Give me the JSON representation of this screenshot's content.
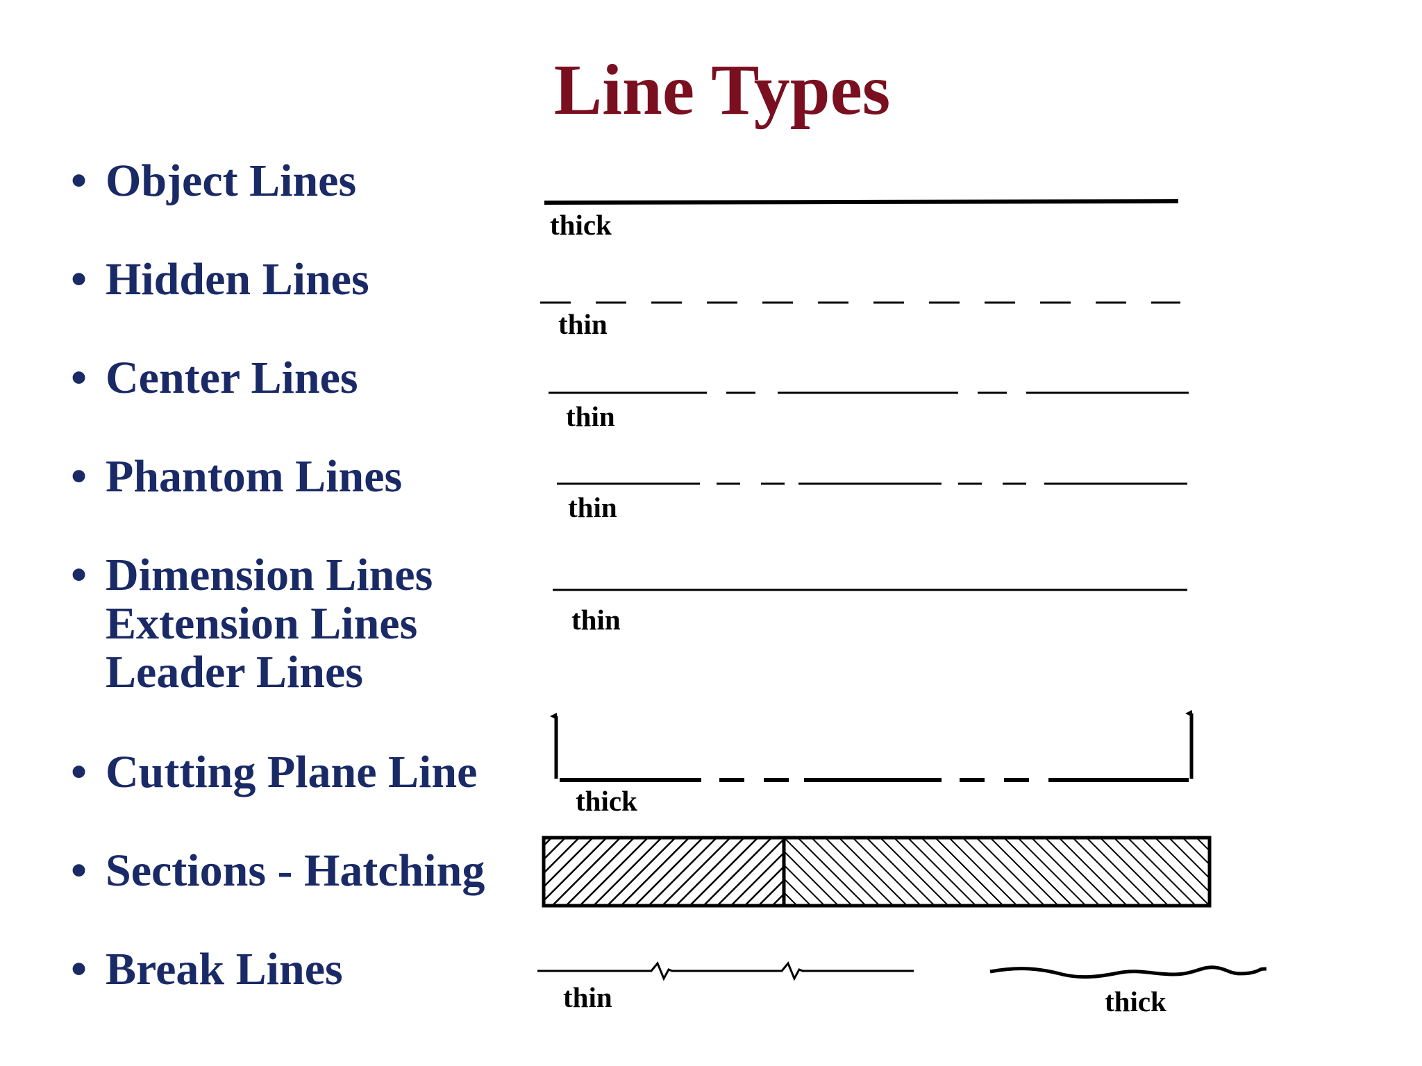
{
  "title": "Line Types",
  "bullet_symbol": "•",
  "items": [
    {
      "label": "Object Lines"
    },
    {
      "label": "Hidden Lines"
    },
    {
      "label": "Center Lines"
    },
    {
      "label": "Phantom Lines"
    },
    {
      "label": "Dimension Lines",
      "label_2": "Extension Lines",
      "label_3": "Leader Lines"
    },
    {
      "label": "Cutting Plane Line"
    },
    {
      "label": "Sections - Hatching"
    },
    {
      "label": "Break Lines"
    }
  ],
  "weights": {
    "object": "thick",
    "hidden": "thin",
    "center": "thin",
    "phantom": "thin",
    "dimension": "thin",
    "cutting": "thick",
    "break_thin": "thin",
    "break_thick": "thick"
  },
  "colors": {
    "title": "#7a0f1f",
    "bullets": "#1a2a66",
    "lines": "#000000"
  }
}
